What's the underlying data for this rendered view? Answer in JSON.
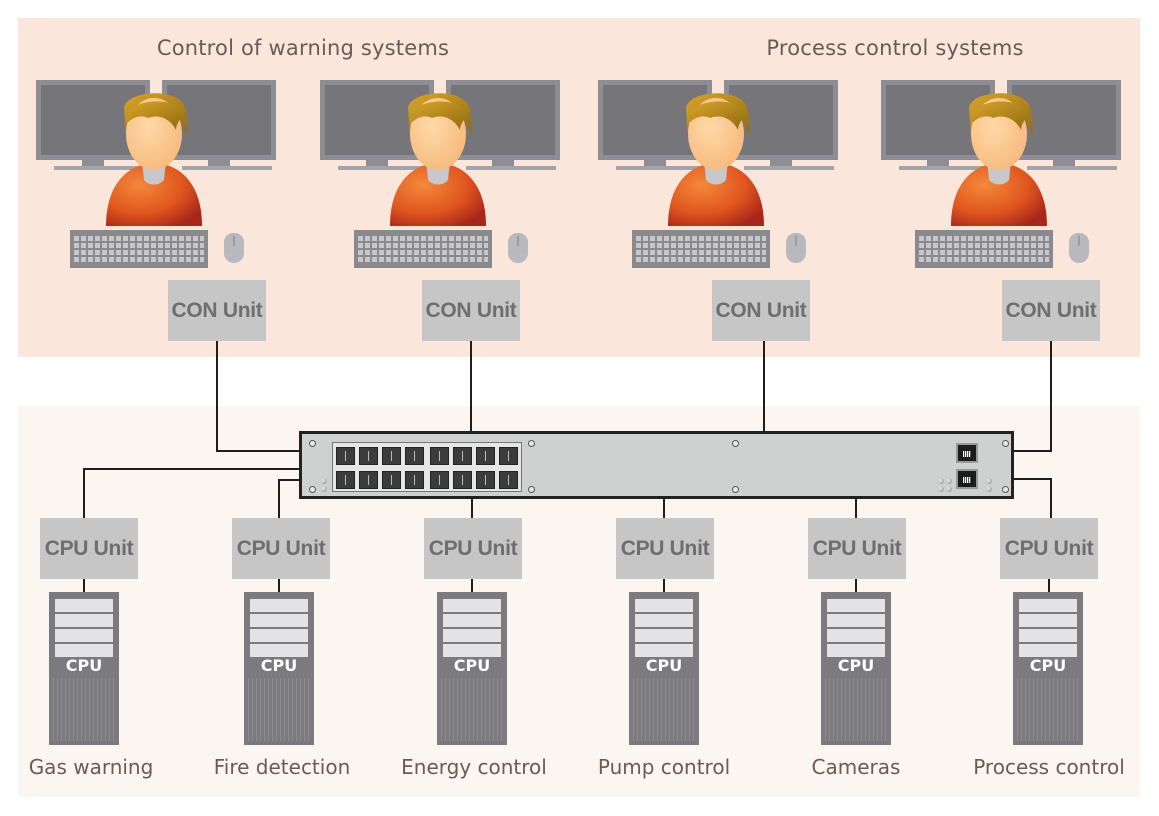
{
  "diagram": {
    "type": "network-topology",
    "sections": [
      {
        "title": "Control of warning systems"
      },
      {
        "title": "Process control systems"
      }
    ],
    "workstations": [
      {
        "operator_icon": "operator-icon",
        "unit_label": "CON Unit"
      },
      {
        "operator_icon": "operator-icon",
        "unit_label": "CON Unit"
      },
      {
        "operator_icon": "operator-icon",
        "unit_label": "CON Unit"
      },
      {
        "operator_icon": "operator-icon",
        "unit_label": "CON Unit"
      }
    ],
    "switch": {
      "name": "network-switch",
      "sfp_ports": 16,
      "rj45_ports": 2
    },
    "systems": [
      {
        "unit_label": "CPU Unit",
        "tower_label": "CPU",
        "name": "Gas warning"
      },
      {
        "unit_label": "CPU Unit",
        "tower_label": "CPU",
        "name": "Fire detection"
      },
      {
        "unit_label": "CPU Unit",
        "tower_label": "CPU",
        "name": "Energy control"
      },
      {
        "unit_label": "CPU Unit",
        "tower_label": "CPU",
        "name": "Pump control"
      },
      {
        "unit_label": "CPU Unit",
        "tower_label": "CPU",
        "name": "Cameras"
      },
      {
        "unit_label": "CPU Unit",
        "tower_label": "CPU",
        "name": "Process control"
      }
    ],
    "colors": {
      "top_panel": "#fbe6dc",
      "bottom_panel": "#fbf6f2",
      "unit_box": "#c6c6c6",
      "unit_text": "#6e6e70",
      "label_text": "#6b5a56",
      "wire": "#1e1e1e",
      "shirt": "#e0561f",
      "hair": "#c08a1c",
      "skin": "#f6b77a"
    }
  }
}
